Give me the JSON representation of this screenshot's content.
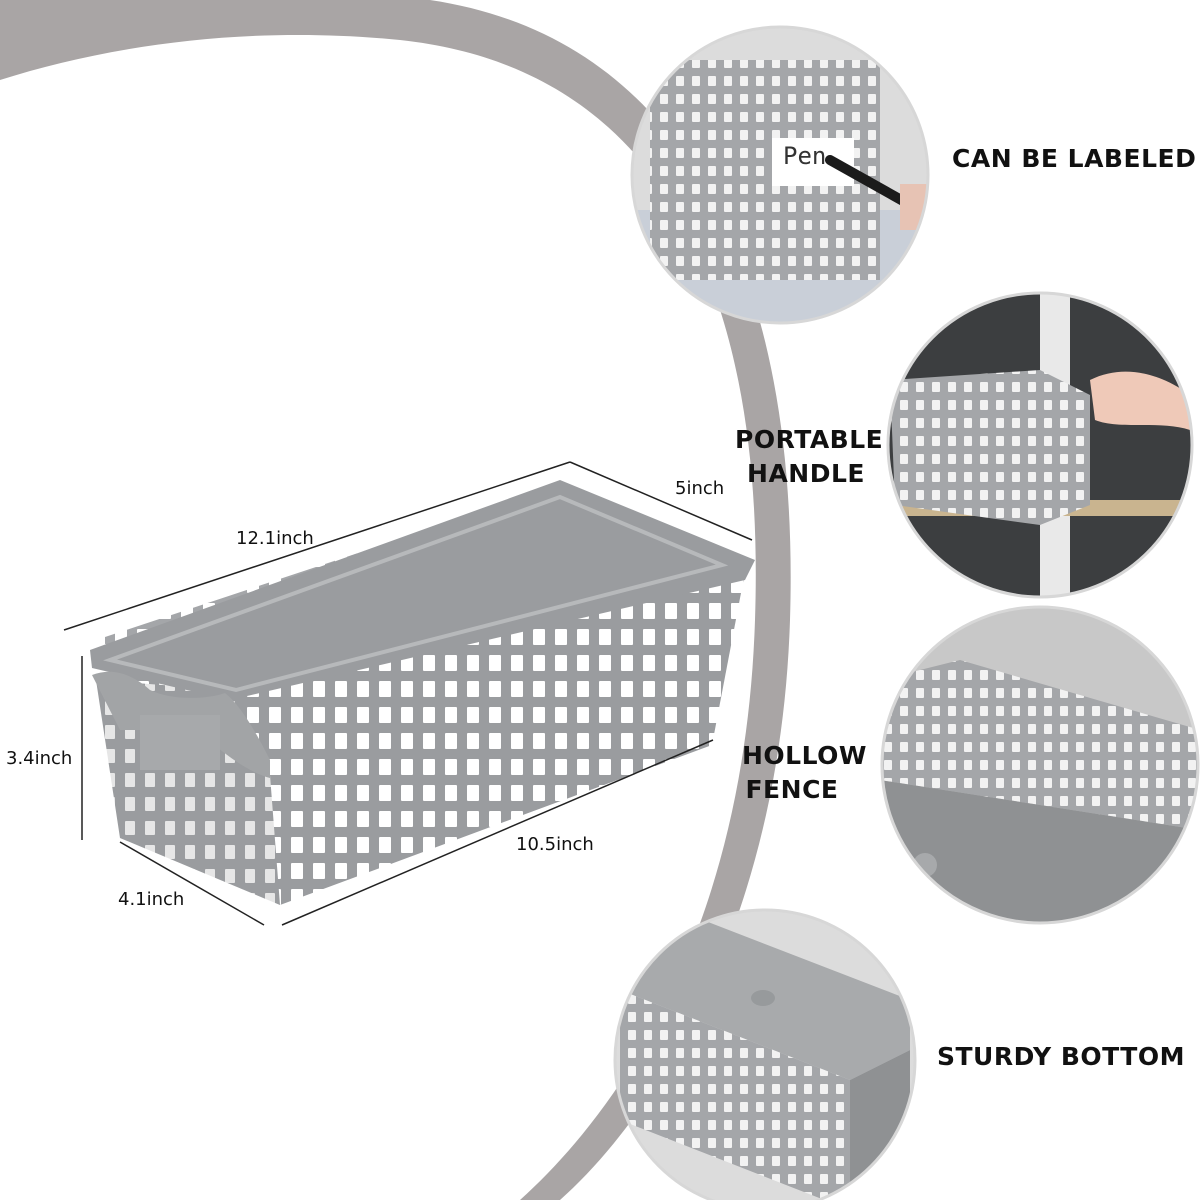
{
  "image": {
    "background_color": "#ffffff",
    "arc_color": "#a9a5a5",
    "basket_color": "#9a9c9f"
  },
  "dimensions": {
    "top_length": "12.1inch",
    "top_width": "5inch",
    "height": "3.4inch",
    "bottom_length": "10.5inch",
    "bottom_width": "4.1inch"
  },
  "features": [
    {
      "lines": [
        "CAN BE LABELED"
      ],
      "icon": "label-photo"
    },
    {
      "lines": [
        "PORTABLE",
        "HANDLE"
      ],
      "icon": "handle-photo"
    },
    {
      "lines": [
        "HOLLOW",
        "FENCE"
      ],
      "icon": "fence-photo"
    },
    {
      "lines": [
        "STURDY BOTTOM"
      ],
      "icon": "bottom-photo"
    }
  ],
  "label_card_text": "Pen"
}
